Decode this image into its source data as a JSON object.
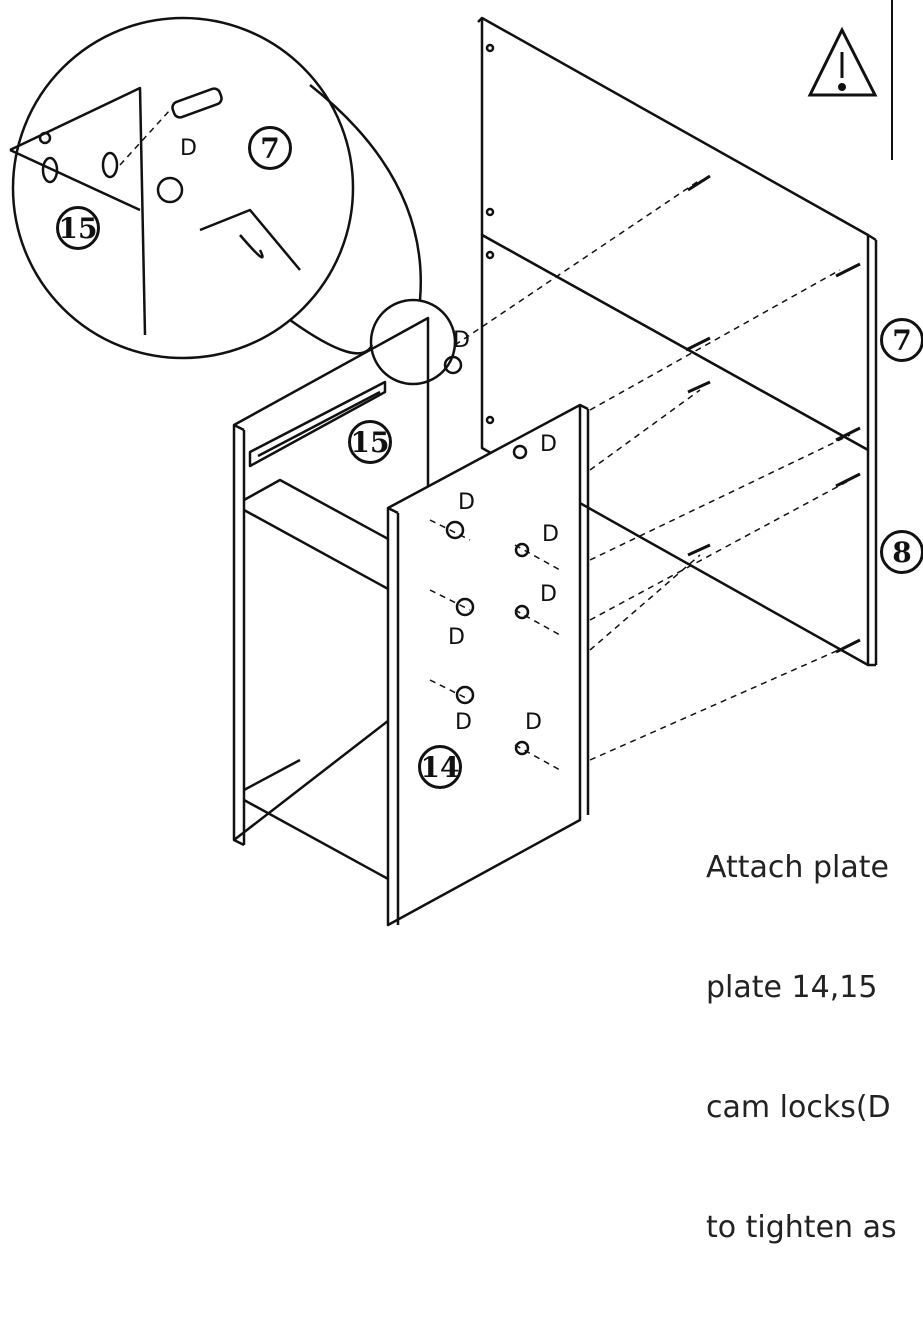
{
  "part_labels": {
    "inset_panel": "15",
    "inset_panel_side": "7",
    "main_panel_15": "15",
    "main_panel_14": "14",
    "main_panel_7": "7",
    "main_panel_8": "8"
  },
  "fastener_label": "D",
  "instruction_lines": [
    "Attach plate",
    "plate 14,15",
    "cam locks(D",
    "to tighten as"
  ],
  "warning_icon": "warning-triangle-icon"
}
